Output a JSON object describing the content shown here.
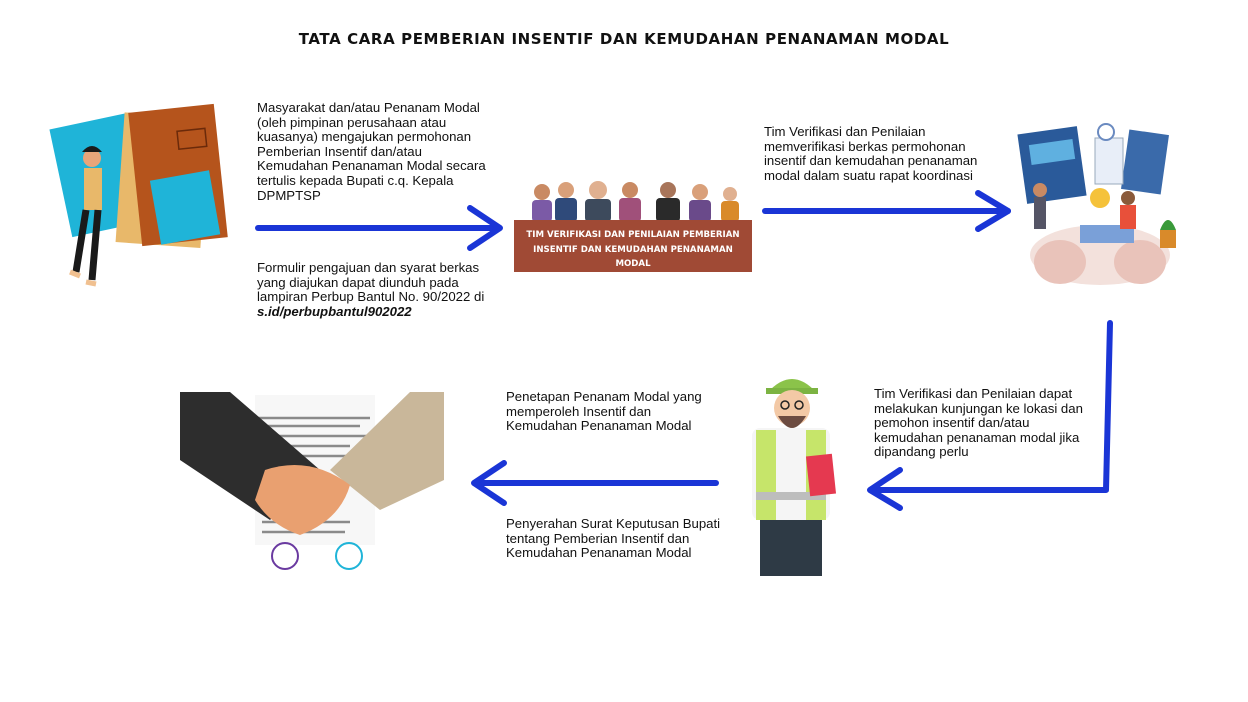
{
  "title": "TATA CARA PEMBERIAN INSENTIF DAN KEMUDAHAN PENANAMAN MODAL",
  "steps": {
    "step1_top": "Masyarakat dan/atau Penanam Modal (oleh pimpinan perusahaan atau kuasanya) mengajukan permohonan Pemberian Insentif dan/atau Kemudahan Penanaman Modal secara tertulis kepada Bupati c.q. Kepala DPMPTSP",
    "step1_bottom_prefix": "Formulir pengajuan dan syarat berkas yang diajukan dapat diunduh pada lampiran Perbup Bantul No. 90/2022 di ",
    "step1_bottom_link": "s.id/perbupbantul902022",
    "panel_label": "TIM VERIFIKASI DAN PENILAIAN PEMBERIAN INSENTIF DAN KEMUDAHAN PENANAMAN MODAL",
    "step2": "Tim Verifikasi dan Penilaian memverifikasi berkas permohonan insentif dan kemudahan penanaman modal dalam suatu rapat koordinasi",
    "step3": "Tim Verifikasi dan Penilaian dapat melakukan kunjungan ke lokasi dan pemohon insentif dan/atau kemudahan penanaman modal jika dipandang perlu",
    "step4_top": "Penetapan Penanam Modal yang memperoleh Insentif dan Kemudahan Penanaman Modal",
    "step4_bottom": "Penyerahan Surat Keputusan Bupati tentang Pemberian Insentif dan Kemudahan Penanaman Modal"
  },
  "colors": {
    "arrow": "#1a35d6",
    "panel": "#a04a35",
    "folder": "#b5541c",
    "sheet": "#1fb4d8"
  }
}
